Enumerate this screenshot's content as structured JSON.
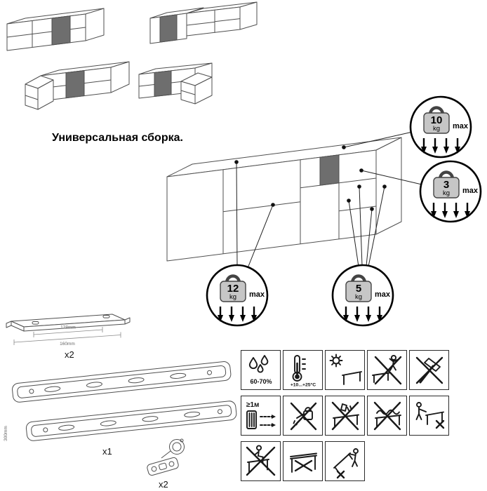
{
  "title": "Универсальная сборка.",
  "load_badges": [
    {
      "value": "10",
      "unit": "kg",
      "max_label": "max"
    },
    {
      "value": "3",
      "unit": "kg",
      "max_label": "max"
    },
    {
      "value": "12",
      "unit": "kg",
      "max_label": "max"
    },
    {
      "value": "5",
      "unit": "kg",
      "max_label": "max"
    }
  ],
  "parts": {
    "front_rail": {
      "dim_inner": "128mm",
      "dim_outer": "160mm",
      "qty": "x2"
    },
    "drawer_slides": {
      "length": "300mm",
      "qty": "x1"
    },
    "hinge": {
      "qty": "x2"
    }
  },
  "care_icons": {
    "humidity": "60-70%",
    "temperature": "+10...+25°C",
    "distance": "≥1м"
  },
  "colors": {
    "line": "#4f4f4f",
    "dark_panel": "#6e6e6e",
    "ink": "#111111"
  }
}
